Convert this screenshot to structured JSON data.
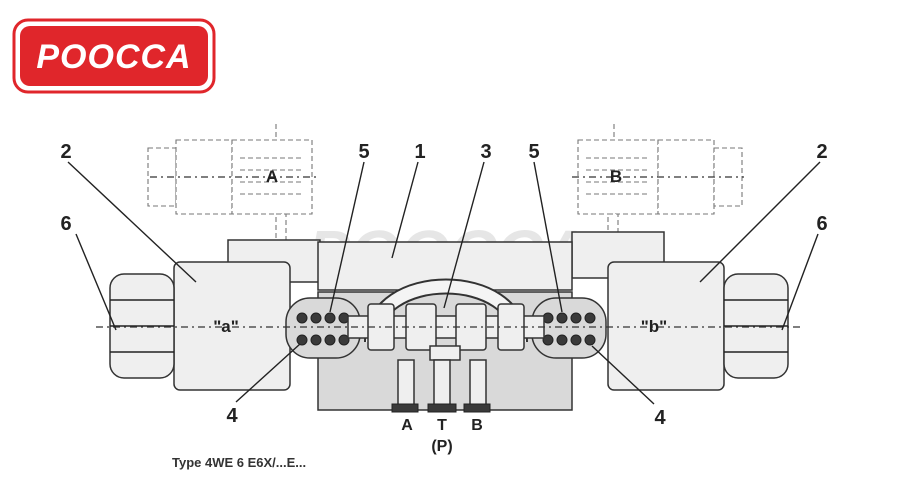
{
  "logo": {
    "text": "POOCCA",
    "color": "#e0262b"
  },
  "watermark": {
    "text": "POOCCA"
  },
  "diagram": {
    "callouts": [
      "2",
      "6",
      "5",
      "1",
      "3",
      "5",
      "2",
      "6",
      "4",
      "4"
    ],
    "solenoids": {
      "left": "A",
      "right": "B"
    },
    "sides": {
      "left": "\"a\"",
      "right": "\"b\""
    },
    "ports": {
      "a": "A",
      "t": "T",
      "b": "B",
      "p": "(P)"
    },
    "caption": "Type 4WE 6 E6X/...E..."
  }
}
